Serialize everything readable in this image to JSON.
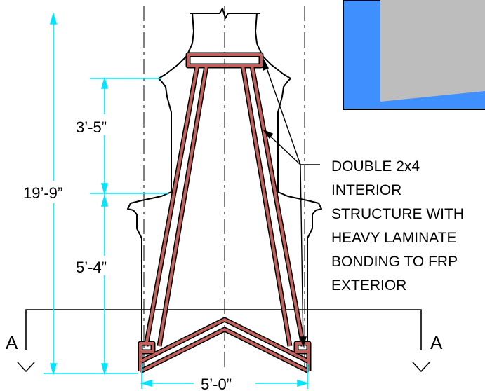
{
  "dimensions": {
    "overall_height": "19’-9”",
    "upper_height": "3’-5”",
    "lower_height": "5’-4”",
    "base_width": "5’-0”"
  },
  "note_lines": [
    "DOUBLE 2x4",
    "INTERIOR",
    "STRUCTURE WITH",
    "HEAVY LAMINATE",
    "BONDING TO FRP",
    "EXTERIOR"
  ],
  "section_marks": {
    "left": "A",
    "right": "A"
  },
  "colors": {
    "dimension": "#00e5ff",
    "framing": "#c0605a",
    "panel_blue": "#3f8fff",
    "panel_gray": "#bdbdbd"
  }
}
